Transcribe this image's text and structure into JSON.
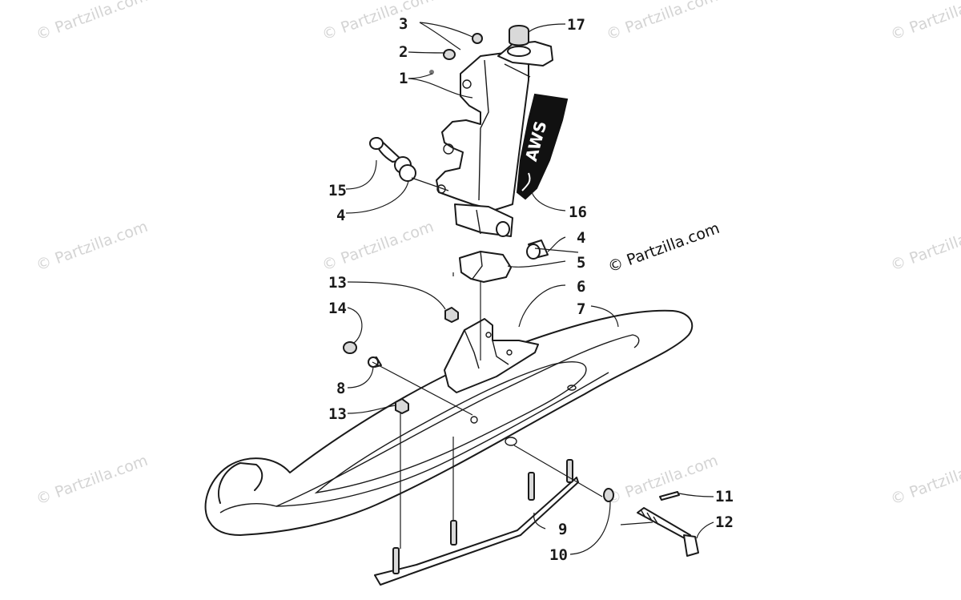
{
  "watermark": "© Partzilla.com",
  "copyright": "© Partzilla.com",
  "decal_text": "AWS",
  "labels": {
    "l1": "1",
    "l2": "2",
    "l3": "3",
    "l4a": "4",
    "l4b": "4",
    "l5": "5",
    "l6": "6",
    "l7": "7",
    "l8": "8",
    "l9": "9",
    "l10": "10",
    "l11": "11",
    "l12": "12",
    "l13a": "13",
    "l13b": "13",
    "l14": "14",
    "l15": "15",
    "l16": "16",
    "l17": "17"
  }
}
